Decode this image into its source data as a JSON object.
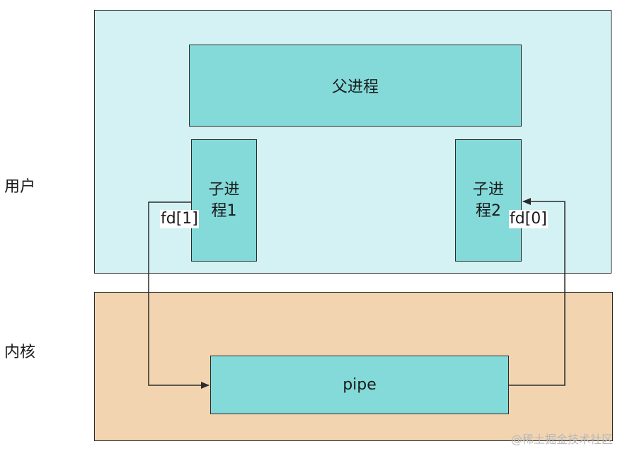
{
  "labels": {
    "user_space": "用户",
    "kernel_space": "内核"
  },
  "boxes": {
    "parent": "父进程",
    "child1_line1": "子进",
    "child1_line2": "程1",
    "child2_line1": "子进",
    "child2_line2": "程2",
    "pipe": "pipe"
  },
  "fd": {
    "write_end": "fd[1]",
    "read_end": "fd[0]"
  },
  "watermark": "@稀土掘金技术社区",
  "colors": {
    "user_region": "#d4f2f3",
    "kernel_region": "#f2d4b1",
    "box_fill": "#84d9d9",
    "stroke": "#2b2b2b"
  }
}
